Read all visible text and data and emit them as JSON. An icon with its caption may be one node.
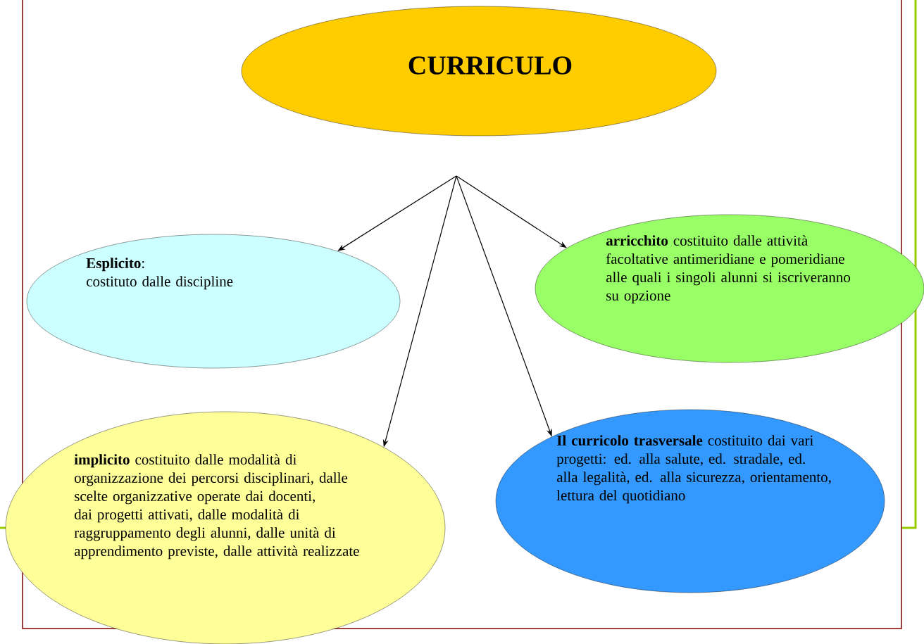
{
  "diagram": {
    "nodes": [
      {
        "text": [
          "CURRICULO"
        ]
      },
      {
        "text": [
          "**Esplicito**:",
          "costituto dalle discipline"
        ]
      },
      {
        "text": [
          "**arricchito**  costituito dalle attività facoltative antimeridiane e pomeridiane alle quali i singoli alunni si iscriveranno su opzione"
        ]
      },
      {
        "text": [
          "**implicito** costituito dalle modalità di organizzazione dei percorsi disciplinari, dalle scelte organizzative operate dai docenti, dai progetti attivati, dalle modalità di raggruppamento degli alunni, dalle unità di apprendimento previste, dalle attività realizzate"
        ]
      },
      {
        "text": [
          "**Il curricolo trasversale**  costituito dai vari progetti: ed. alla salute, ed. stradale, ed. alla legalità, ed. alla sicurezza, orientamento, lettura del quotidiano"
        ]
      }
    ],
    "edges": [
      {
        "from": null,
        "to": 1,
        "arrow": "to"
      },
      {
        "from": null,
        "to": 2,
        "arrow": "to"
      },
      {
        "from": null,
        "to": 3,
        "arrow": "to"
      },
      {
        "from": null,
        "to": 4,
        "arrow": "to"
      }
    ]
  }
}
